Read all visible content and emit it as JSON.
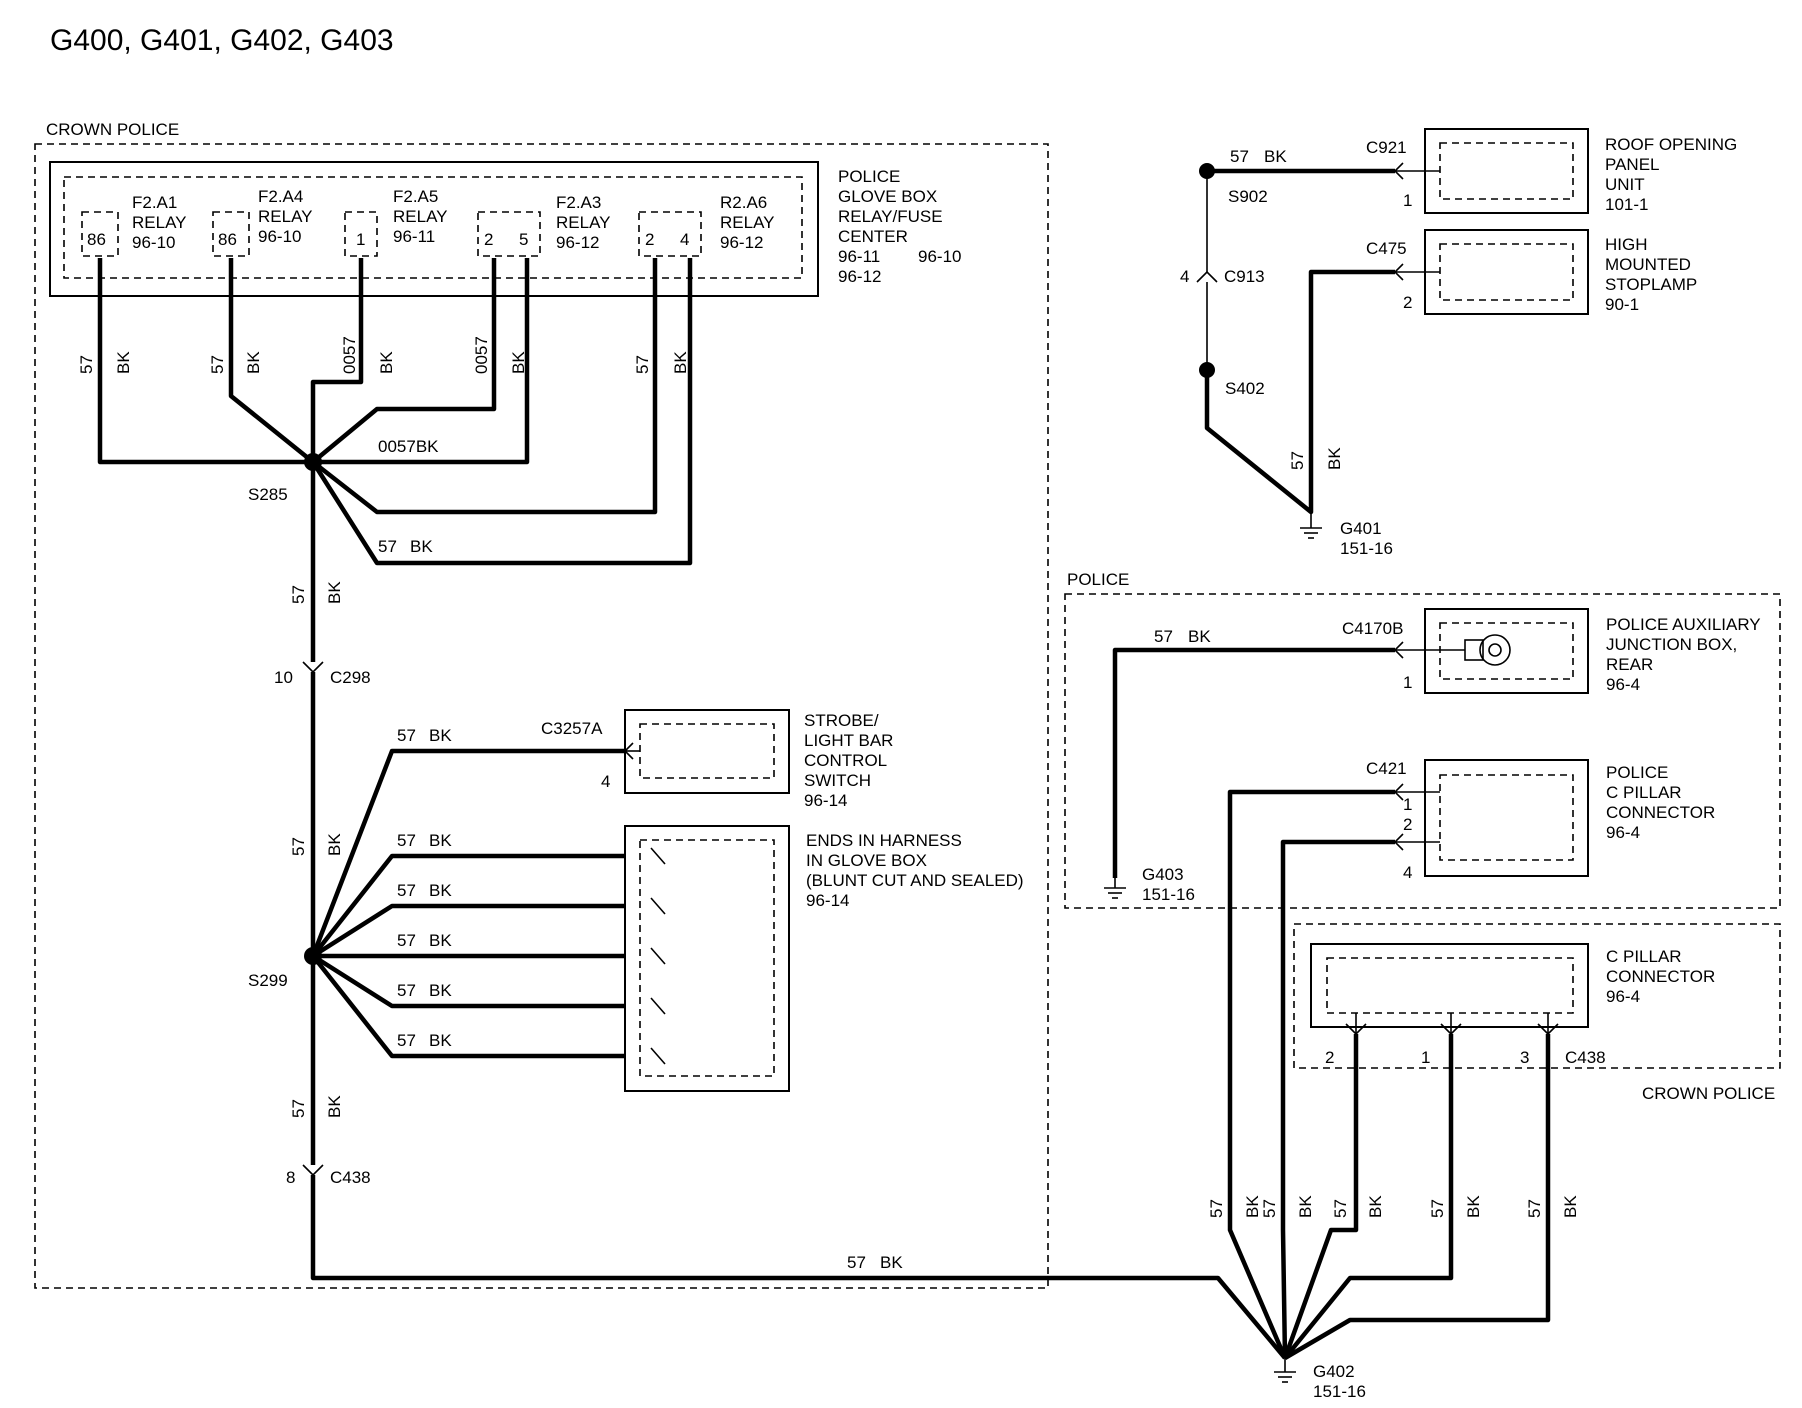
{
  "title": "G400, G401, G402, G403",
  "colors": {
    "wire": "#000000",
    "background": "#ffffff"
  },
  "regions": {
    "crown_police": "CROWN POLICE",
    "police": "POLICE"
  },
  "wire": {
    "circuit": "57",
    "color": "BK",
    "circuit_alt": "0057",
    "combined_alt": "0057BK"
  },
  "glove_box": {
    "lines": [
      "POLICE",
      "GLOVE BOX",
      "RELAY/FUSE",
      "CENTER"
    ],
    "ref_a": "96-11",
    "ref_b": "96-10",
    "ref_c": "96-12"
  },
  "relays": [
    {
      "name": "F2.A1",
      "type": "RELAY",
      "ref": "96-10",
      "pins": [
        "86"
      ]
    },
    {
      "name": "F2.A4",
      "type": "RELAY",
      "ref": "96-10",
      "pins": [
        "86"
      ]
    },
    {
      "name": "F2.A5",
      "type": "RELAY",
      "ref": "96-11",
      "pins": [
        "1"
      ]
    },
    {
      "name": "F2.A3",
      "type": "RELAY",
      "ref": "96-12",
      "pins": [
        "2",
        "5"
      ]
    },
    {
      "name": "R2.A6",
      "type": "RELAY",
      "ref": "96-12",
      "pins": [
        "2",
        "4"
      ]
    }
  ],
  "splices": {
    "s285": "S285",
    "s299": "S299",
    "s902": "S902",
    "s402": "S402"
  },
  "connectors": {
    "c298": {
      "id": "C298",
      "pin": "10"
    },
    "c438_left": {
      "id": "C438",
      "pin": "8"
    },
    "c3257a": {
      "id": "C3257A",
      "pin": "4"
    },
    "c921": {
      "id": "C921",
      "pin": "1"
    },
    "c913": {
      "id": "C913",
      "pin": "4"
    },
    "c475": {
      "id": "C475",
      "pin": "2"
    },
    "c4170b": {
      "id": "C4170B",
      "pin": "1"
    },
    "c421": {
      "id": "C421",
      "pins": [
        "1",
        "2",
        "4"
      ]
    },
    "c438_right": {
      "id": "C438",
      "pins": [
        "2",
        "1",
        "3"
      ]
    }
  },
  "components": {
    "strobe": {
      "lines": [
        "STROBE/",
        "LIGHT BAR",
        "CONTROL",
        "SWITCH",
        "96-14"
      ]
    },
    "harness": {
      "lines": [
        "ENDS IN HARNESS",
        "IN GLOVE BOX",
        "(BLUNT CUT AND SEALED)",
        "96-14"
      ]
    },
    "roof": {
      "lines": [
        "ROOF OPENING",
        "PANEL",
        "UNIT",
        "101-1"
      ]
    },
    "stoplamp": {
      "lines": [
        "HIGH",
        "MOUNTED",
        "STOPLAMP",
        "90-1"
      ]
    },
    "aux_box": {
      "lines": [
        "POLICE AUXILIARY",
        "JUNCTION BOX,",
        "REAR",
        "96-4"
      ]
    },
    "police_c_pillar": {
      "lines": [
        "POLICE",
        "C PILLAR",
        "CONNECTOR",
        "96-4"
      ]
    },
    "c_pillar": {
      "lines": [
        "C PILLAR",
        "CONNECTOR",
        "96-4"
      ]
    }
  },
  "grounds": {
    "g401": {
      "id": "G401",
      "ref": "151-16"
    },
    "g403": {
      "id": "G403",
      "ref": "151-16"
    },
    "g402": {
      "id": "G402",
      "ref": "151-16"
    }
  }
}
